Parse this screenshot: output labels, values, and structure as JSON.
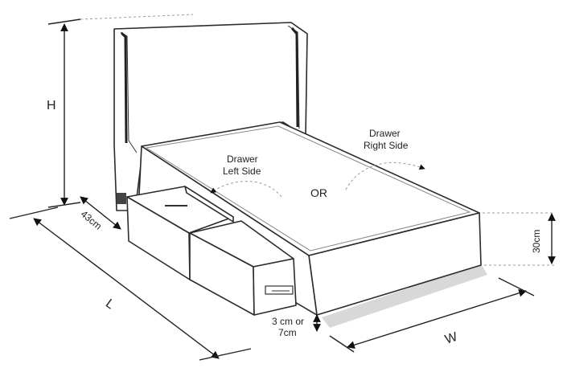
{
  "labels": {
    "height": "H",
    "length": "L",
    "width": "W",
    "drawer_depth": "43cm",
    "base_height": "30cm",
    "clearance_line1": "3 cm or",
    "clearance_line2": "7cm",
    "drawer_left_line1": "Drawer",
    "drawer_left_line2": "Left Side",
    "drawer_right_line1": "Drawer",
    "drawer_right_line2": "Right Side",
    "or": "OR"
  }
}
